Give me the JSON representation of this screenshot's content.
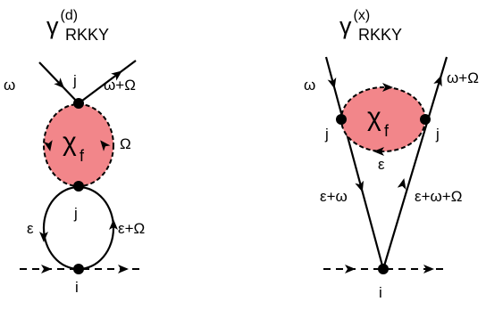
{
  "diagram_d": {
    "title": {
      "base": "γ",
      "sup": "(d)",
      "sub": "RKKY"
    },
    "bubble": {
      "symbol": "χ",
      "sub": "f",
      "fill": "#f2868a"
    },
    "labels": {
      "omega_in": "ω",
      "omega_out": "ω+Ω",
      "vertex_top": "j",
      "Omega": "Ω",
      "vertex_mid": "j",
      "eps_left": "ε",
      "eps_right": "ε+Ω",
      "vertex_bottom": "i"
    }
  },
  "diagram_x": {
    "title": {
      "base": "γ",
      "sup": "(x)",
      "sub": "RKKY"
    },
    "bubble": {
      "symbol": "χ",
      "sub": "f",
      "fill": "#f2868a"
    },
    "labels": {
      "omega_in": "ω",
      "omega_out": "ω+Ω",
      "vertex_left": "j",
      "vertex_right": "j",
      "eps_inner": "ε",
      "eps_left": "ε+ω",
      "eps_right": "ε+ω+Ω",
      "vertex_bottom": "i"
    }
  },
  "colors": {
    "line": "#000000",
    "bubble": "#f2868a"
  }
}
